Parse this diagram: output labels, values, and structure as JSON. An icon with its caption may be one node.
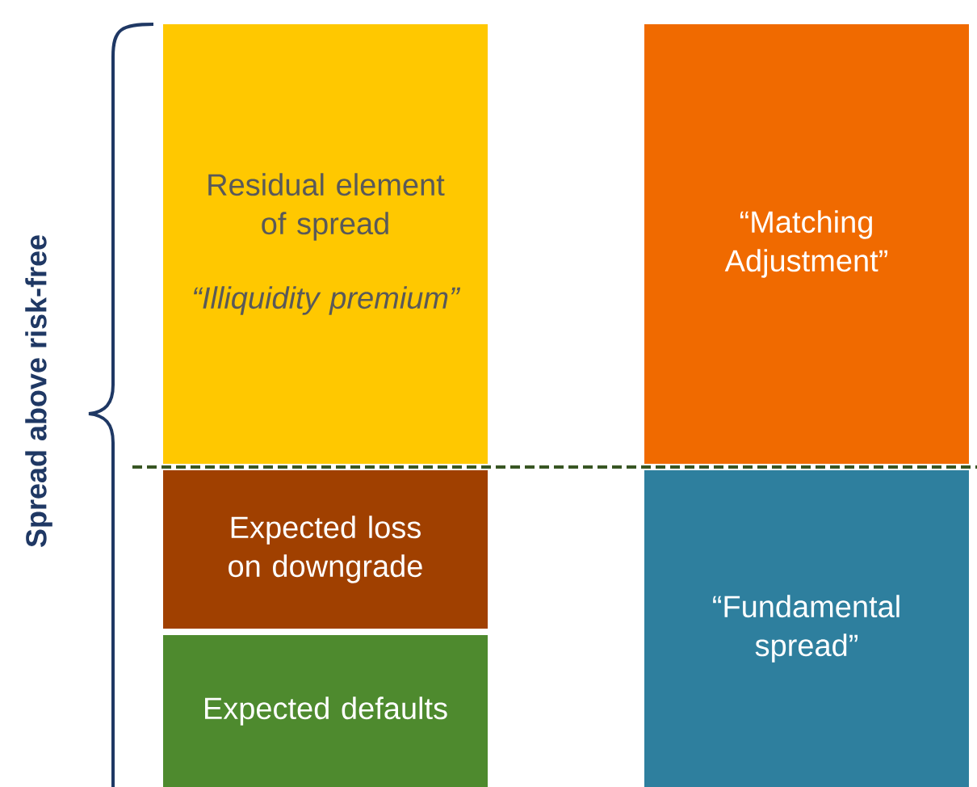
{
  "diagram": {
    "nodes": [
      {
        "text": [
          "Residual element of spread",
          "“Illiquidity premium”"
        ]
      },
      {
        "text": [
          "Expected loss on downgrade"
        ]
      },
      {
        "text": [
          "Expected defaults"
        ]
      },
      {
        "text": [
          "“Matching Adjustment”"
        ]
      },
      {
        "text": [
          "“Fundamental spread”"
        ]
      }
    ],
    "labels": [
      "Spread above risk-free"
    ]
  }
}
